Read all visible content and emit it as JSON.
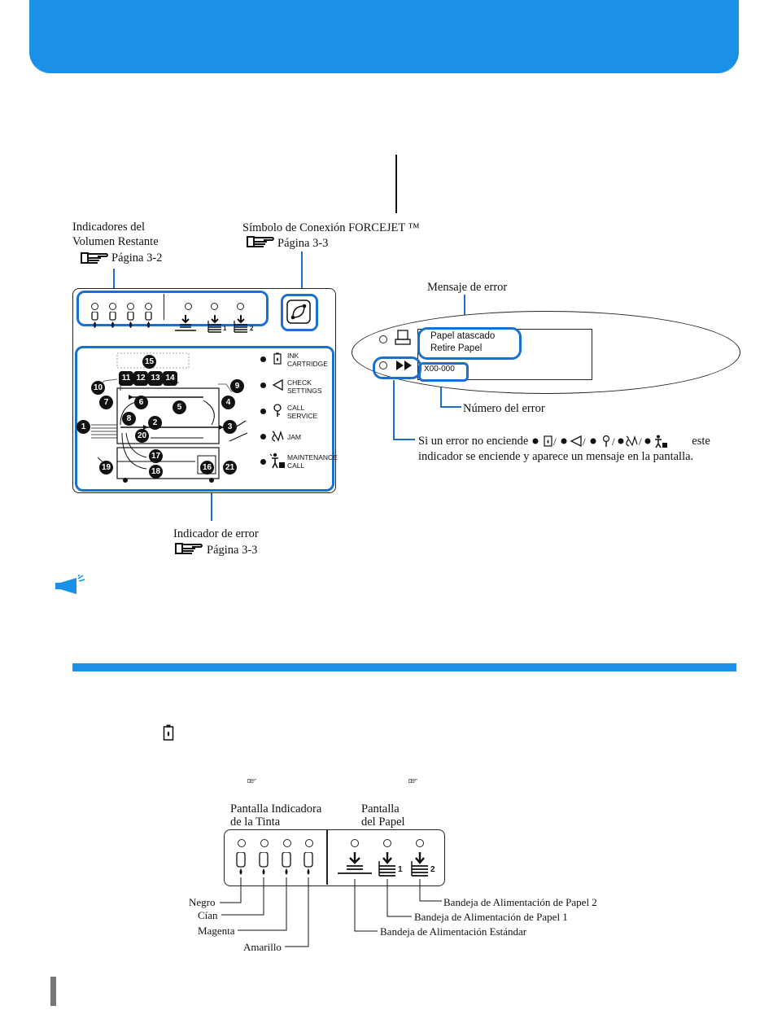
{
  "top_annotations": {
    "ink_levels_label": [
      "Indicadores del",
      "Volumen Restante"
    ],
    "ink_levels_ref": "Página 3-2",
    "forcejet_label": "Símbolo de Conexión FORCEJET ™",
    "forcejet_ref": "Página 3-3",
    "error_indicator_label": "Indicador de error",
    "error_indicator_ref": "Página  3-3"
  },
  "printer_panel": {
    "circled_numbers": [
      "1",
      "2",
      "3",
      "4",
      "5",
      "6",
      "7",
      "8",
      "9",
      "10",
      "11",
      "12",
      "13",
      "14",
      "15",
      "16",
      "17",
      "18",
      "19",
      "20",
      "21"
    ],
    "paper_tray_numbers": [
      "1",
      "2"
    ],
    "indicators": [
      {
        "label": "INK\nCARTRIDGE",
        "icon": "ink-cartridge-icon"
      },
      {
        "label": "CHECK\nSETTINGS",
        "icon": "check-settings-icon"
      },
      {
        "label": "CALL\nSERVICE",
        "icon": "call-service-icon"
      },
      {
        "label": "JAM",
        "icon": "jam-icon"
      },
      {
        "label": "MAINTENANCE\nCALL",
        "icon": "maintenance-icon"
      }
    ]
  },
  "error_display": {
    "title": "Mensaje de error",
    "line1": "Papel atascado",
    "line2": "Retire Papel",
    "code": "X00-000",
    "code_label": "Número del error",
    "note_start": "Si un error no enciende",
    "note_end": "este",
    "note_line2": "indicador se enciende y aparece un mensaje en la pantalla."
  },
  "lower_section": {
    "ink_screen_label": [
      "Pantalla Indicadora",
      "de la Tinta"
    ],
    "paper_screen_label": [
      "Pantalla",
      "del Papel"
    ],
    "ink_colors": [
      "Negro",
      "Cían",
      "Magenta",
      "Amarillo"
    ],
    "tray_labels": [
      "Bandeja de Alimentación de Papel 2",
      "Bandeja de Alimentación de Papel 1",
      "Bandeja de Alimentación Estándar"
    ],
    "tray_numbers": [
      "1",
      "2"
    ]
  },
  "colors": {
    "accent": "#1a90e6",
    "highlight": "#1b6fcf"
  }
}
